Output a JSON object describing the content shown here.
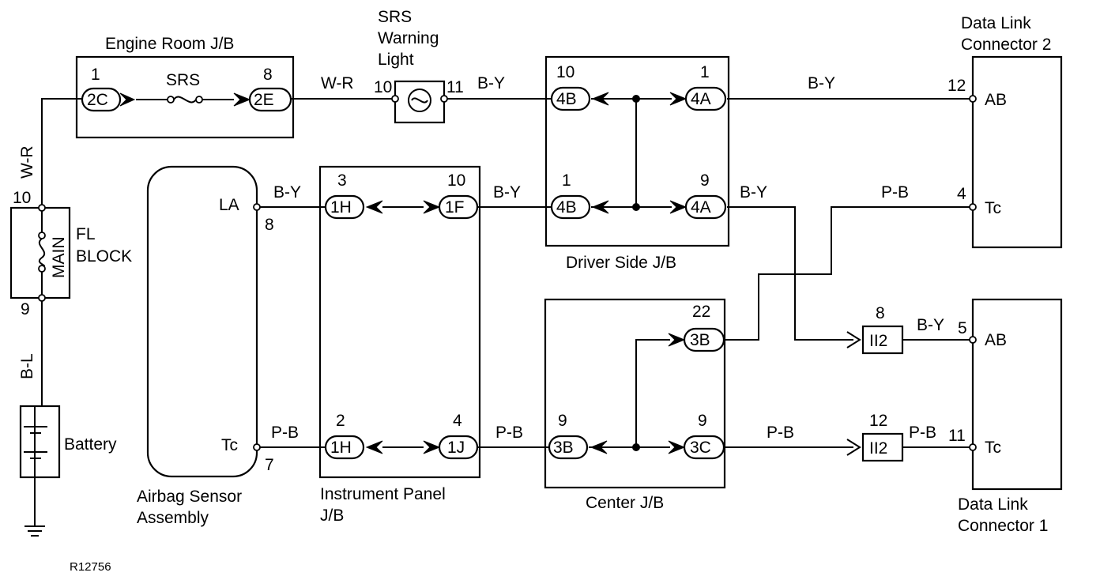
{
  "figure_id": "R12756",
  "components": {
    "engine_room_jb": {
      "title": "Engine Room J/B",
      "fuse": "SRS",
      "left_pin": "1",
      "left_conn": "2C",
      "right_pin": "8",
      "right_conn": "2E"
    },
    "srs_light": {
      "title_lines": [
        "SRS",
        "Warning",
        "Light"
      ],
      "pin_in": "10",
      "pin_out": "11"
    },
    "driver_side_jb": {
      "title": "Driver Side J/B",
      "tl_pin": "10",
      "tl_conn": "4B",
      "tr_pin": "1",
      "tr_conn": "4A",
      "bl_pin": "1",
      "bl_conn": "4B",
      "br_pin": "9",
      "br_conn": "4A"
    },
    "dlc2": {
      "title_lines": [
        "Data Link",
        "Connector 2"
      ],
      "ab_label": "AB",
      "ab_pin": "12",
      "tc_label": "Tc",
      "tc_pin": "4"
    },
    "dlc1": {
      "title_lines": [
        "Data Link",
        "Connector 1"
      ],
      "ab_label": "AB",
      "ab_pin": "5",
      "tc_label": "Tc",
      "tc_pin": "11"
    },
    "fl_block": {
      "label_lines": [
        "FL",
        "BLOCK"
      ],
      "fuse": "MAIN",
      "top_pin": "10",
      "bottom_pin": "9"
    },
    "battery": {
      "label": "Battery"
    },
    "airbag_sensor": {
      "title_lines": [
        "Airbag Sensor",
        "Assembly"
      ],
      "la_label": "LA",
      "la_pin": "8",
      "tc_label": "Tc",
      "tc_pin": "7"
    },
    "instrument_panel_jb": {
      "title_lines": [
        "Instrument Panel",
        "J/B"
      ],
      "tl_pin": "3",
      "tl_conn": "1H",
      "tr_pin": "10",
      "tr_conn": "1F",
      "bl_pin": "2",
      "bl_conn": "1H",
      "br_pin": "4",
      "br_conn": "1J"
    },
    "center_jb": {
      "title": "Center J/B",
      "tr_pin": "22",
      "tr_conn": "3B",
      "bl_pin": "9",
      "bl_conn": "3B",
      "br_pin": "9",
      "br_conn": "3C"
    },
    "ii2_upper": {
      "conn": "II2",
      "pin": "8"
    },
    "ii2_lower": {
      "conn": "II2",
      "pin": "12"
    }
  },
  "wires": {
    "wr_vertical": "W-R",
    "wr_top": "W-R",
    "by_light_out": "B-Y",
    "by_dlc2_ab": "B-Y",
    "by_la": "B-Y",
    "by_ip_to_driver": "B-Y",
    "by_driver_out": "B-Y",
    "pb_dlc2_tc": "P-B",
    "by_ii2_upper": "B-Y",
    "pb_tc": "P-B",
    "pb_ip_to_center": "P-B",
    "pb_center_out": "P-B",
    "pb_ii2_lower": "P-B",
    "bl_battery": "B-L"
  }
}
